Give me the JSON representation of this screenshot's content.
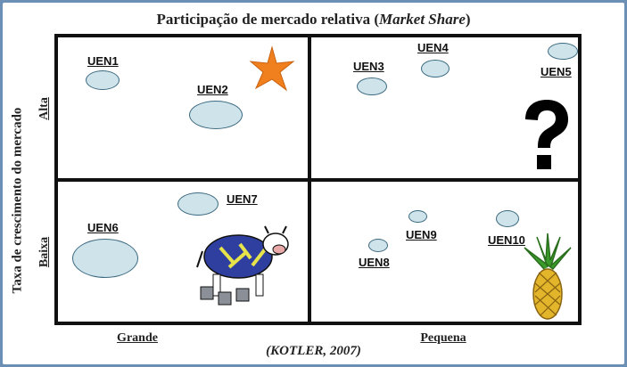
{
  "title": {
    "main": "Participação de mercado relativa (",
    "italic": "Market Share",
    "close": ")"
  },
  "y_axis": {
    "label": "Taxa de crescimento do mercado",
    "high": "Alta",
    "low": "Baixa"
  },
  "x_axis": {
    "left": "Grande",
    "right": "Pequena"
  },
  "citation": "(KOTLER, 2007)",
  "units": {
    "uen1": "UEN1",
    "uen2": "UEN2",
    "uen3": "UEN3",
    "uen4": "UEN4",
    "uen5": "UEN5",
    "uen6": "UEN6",
    "uen7": "UEN7",
    "uen8": "UEN8",
    "uen9": "UEN9",
    "uen10": "UEN10"
  },
  "quadrant_icons": {
    "top_left": "star-icon",
    "top_right": "question-mark-icon",
    "bottom_left": "cow-icon",
    "bottom_right": "pineapple-icon"
  },
  "colors": {
    "bubble_fill": "#cfe3ea",
    "bubble_stroke": "#3c6a80",
    "star": "#f07f1e"
  }
}
